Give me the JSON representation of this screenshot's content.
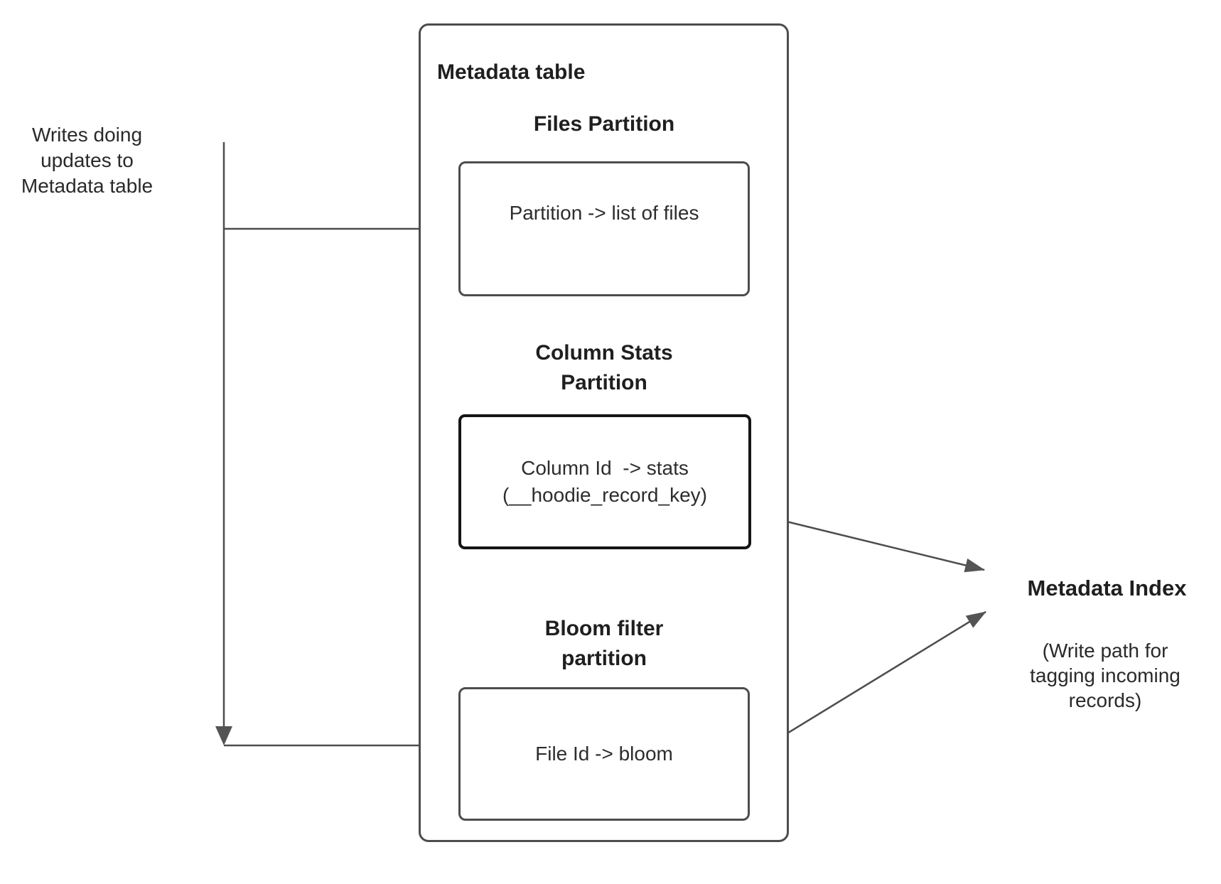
{
  "colors": {
    "background": "#ffffff",
    "connector_line": "#4d4d4d",
    "arrowhead_fill": "#545454",
    "default_box_border": "#4d4d4d",
    "stats_box_border": "#151515",
    "text": "#1f1f1f"
  },
  "left_note": {
    "text": "Writes doing updates to Metadata table"
  },
  "metadata_table": {
    "title": "Metadata table",
    "sections": [
      {
        "heading": "Files Partition",
        "box_text": "Partition -> list of files"
      },
      {
        "heading": "Column Stats Partition",
        "box_text": "Column Id  -> stats\n(__hoodie_record_key)"
      },
      {
        "heading": "Bloom filter partition",
        "box_text": "File Id -> bloom"
      }
    ]
  },
  "metadata_index": {
    "title": "Metadata Index",
    "subtitle": "(Write path for tagging incoming records)"
  }
}
